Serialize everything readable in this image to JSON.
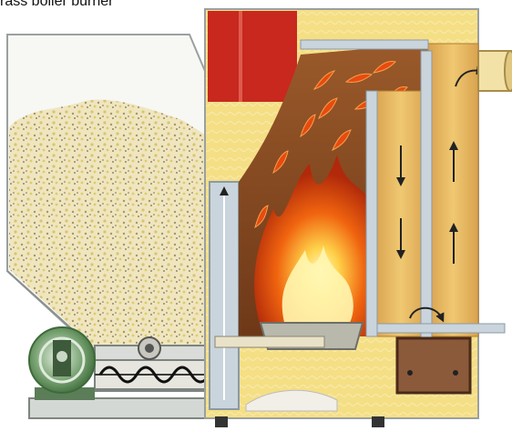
{
  "caption": "rass boiler burner",
  "components": [
    {
      "id": "fuel-hopper",
      "label": "wood pellet hopper"
    },
    {
      "id": "auger-motor",
      "label": "auger drive motor"
    },
    {
      "id": "screw-auger",
      "label": "screw auger conveyor"
    },
    {
      "id": "combustion-chamber",
      "label": "combustion chamber with flames"
    },
    {
      "id": "burner-pot",
      "label": "burner pot"
    },
    {
      "id": "heat-exchanger",
      "label": "heat exchanger flue passages"
    },
    {
      "id": "flue-outlet",
      "label": "flue gas outlet"
    },
    {
      "id": "ash-pan",
      "label": "ash pan"
    },
    {
      "id": "insulation",
      "label": "boiler insulation"
    }
  ],
  "colors": {
    "insulation": "#f3dc7e",
    "chamber": "#8b4a22",
    "flame": "#f36a10",
    "flame_core": "#fff6b0",
    "water_jacket": "#c9d4dc",
    "red_panel": "#c8281e",
    "motor": "#6f9a6a",
    "pellets": "#efe3b4"
  }
}
